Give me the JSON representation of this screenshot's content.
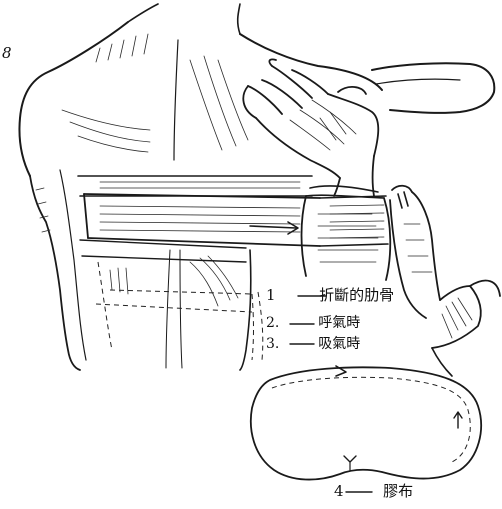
{
  "figure": {
    "number": "8"
  },
  "callouts": [
    {
      "id": "1",
      "marker": "1",
      "text": "折斷的肋骨"
    },
    {
      "id": "2",
      "marker": "2.",
      "text": "呼氣時"
    },
    {
      "id": "3",
      "marker": "3.",
      "text": "吸氣時"
    },
    {
      "id": "4",
      "marker": "4",
      "text": "膠布"
    }
  ],
  "colors": {
    "ink": "#1a1a1a",
    "paper": "#ffffff"
  }
}
